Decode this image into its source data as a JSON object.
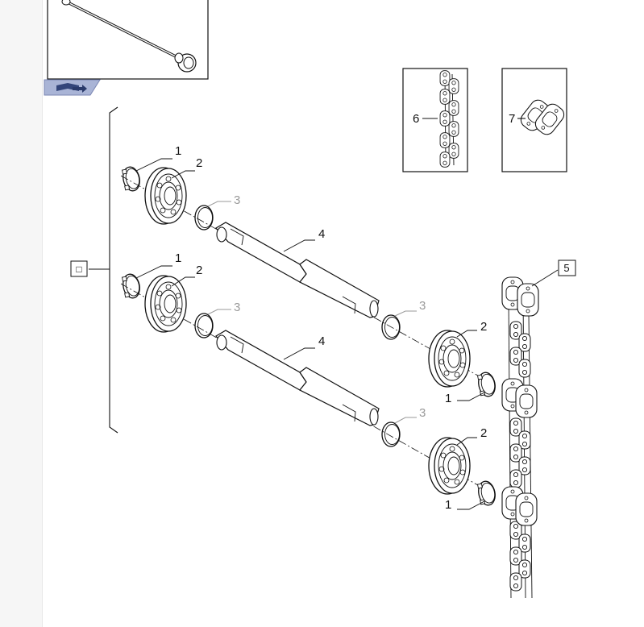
{
  "callouts": {
    "c1a": "1",
    "c2a": "2",
    "c3a": "3",
    "c4a": "4",
    "c1b": "1",
    "c2b": "2",
    "c3b": "3",
    "c4b": "4",
    "c3c": "3",
    "c2c": "2",
    "c1c": "1",
    "c3d": "3",
    "c2d": "2",
    "c1d": "1",
    "c5": "5",
    "c6": "6",
    "c7": "7"
  },
  "group_box_symbol": "□",
  "icons": {
    "nav_tab": "book-arrow-icon"
  },
  "colors": {
    "line": "#111111",
    "callout_grey": "#9a9a9a",
    "tab_blue": "#5b6fa8"
  }
}
